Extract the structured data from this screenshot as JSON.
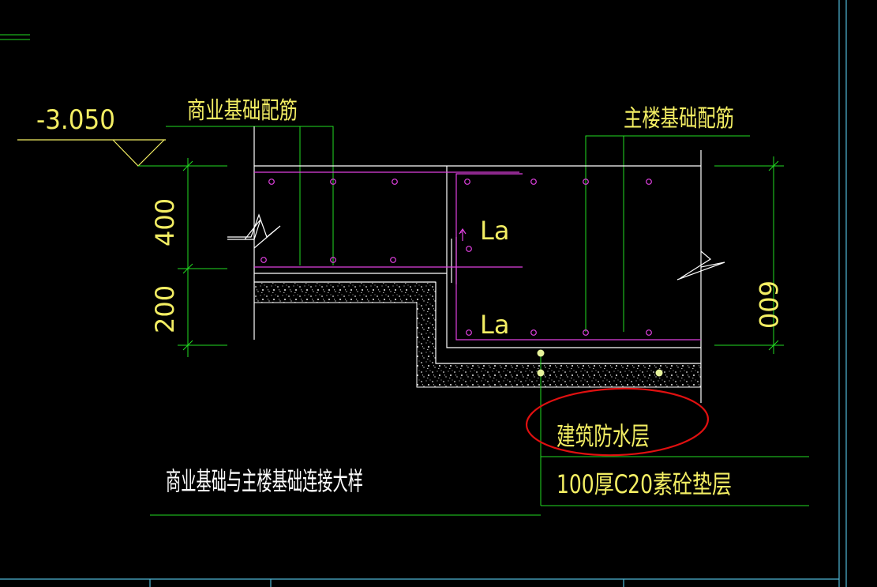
{
  "drawing": {
    "elevation": "-3.050",
    "label_left_rebar": "商业基础配筋",
    "label_right_rebar": "主楼基础配筋",
    "anchor_top": "La",
    "anchor_bottom": "La",
    "dim_400": "400",
    "dim_200": "200",
    "dim_600": "600",
    "waterproof_label": "建筑防水层",
    "cushion_label": "100厚C20素砼垫层",
    "detail_title": "商业基础与主楼基础连接大样"
  },
  "colors": {
    "background": "#000000",
    "green": "#22dd22",
    "yellow": "#f3ee63",
    "magenta": "#e040e0",
    "white": "#ffffff",
    "cyan": "#4fb7d6",
    "red_markup": "#e01010"
  }
}
